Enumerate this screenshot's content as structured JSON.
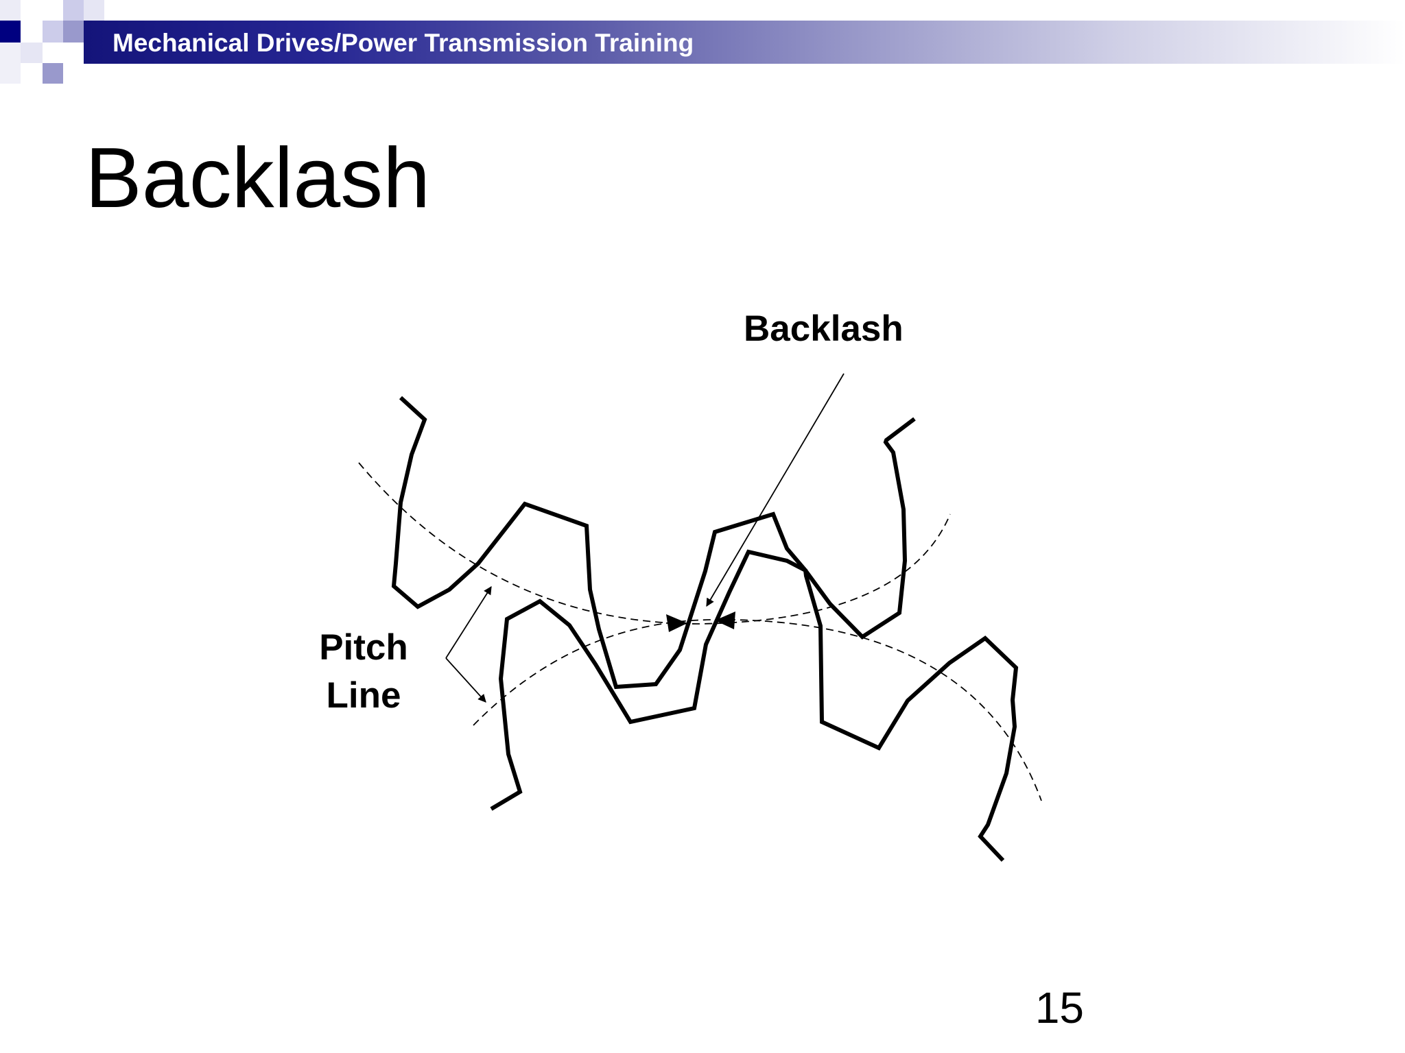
{
  "header": {
    "title": "Mechanical Drives/Power Transmission Training",
    "band_color": "#14147a",
    "square_colors": [
      "#000080",
      "#9999cc",
      "#ccccee"
    ]
  },
  "slide": {
    "title": "Backlash",
    "page_number": "15"
  },
  "diagram": {
    "labels": {
      "backlash": "Backlash",
      "pitch_line_1": "Pitch",
      "pitch_line_2": "Line"
    },
    "stroke_color": "#000000"
  }
}
